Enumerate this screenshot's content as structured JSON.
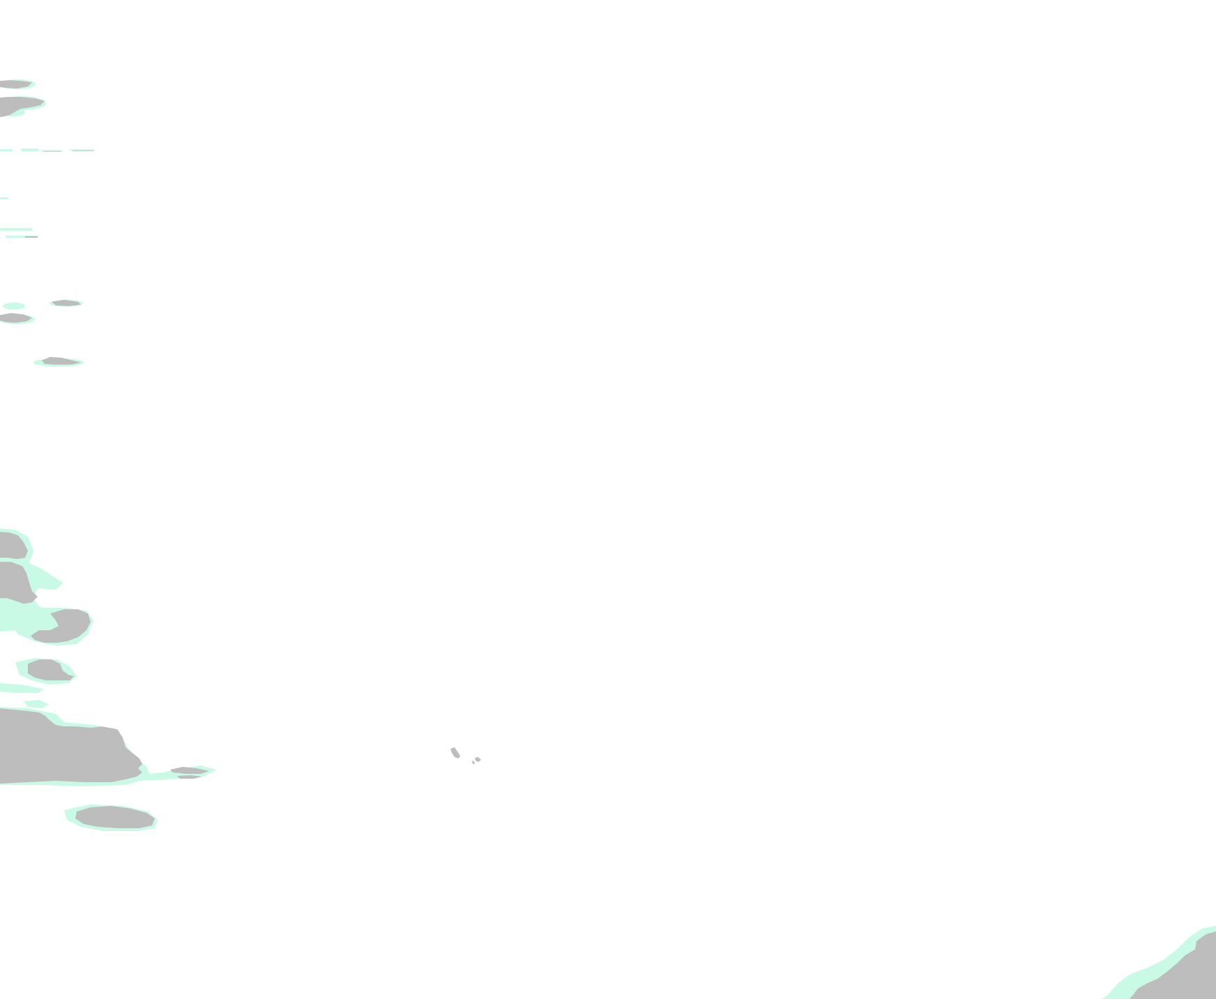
{
  "map": {
    "kind": "coastline-tile",
    "colors": {
      "background": "#ffffff",
      "land": "#bdbdbd",
      "shallow_water": "#c8fae6"
    },
    "features": [
      "island-cluster-northwest",
      "island-cluster-west",
      "island-southwest",
      "islet-pair-center",
      "landmass-southeast"
    ]
  }
}
